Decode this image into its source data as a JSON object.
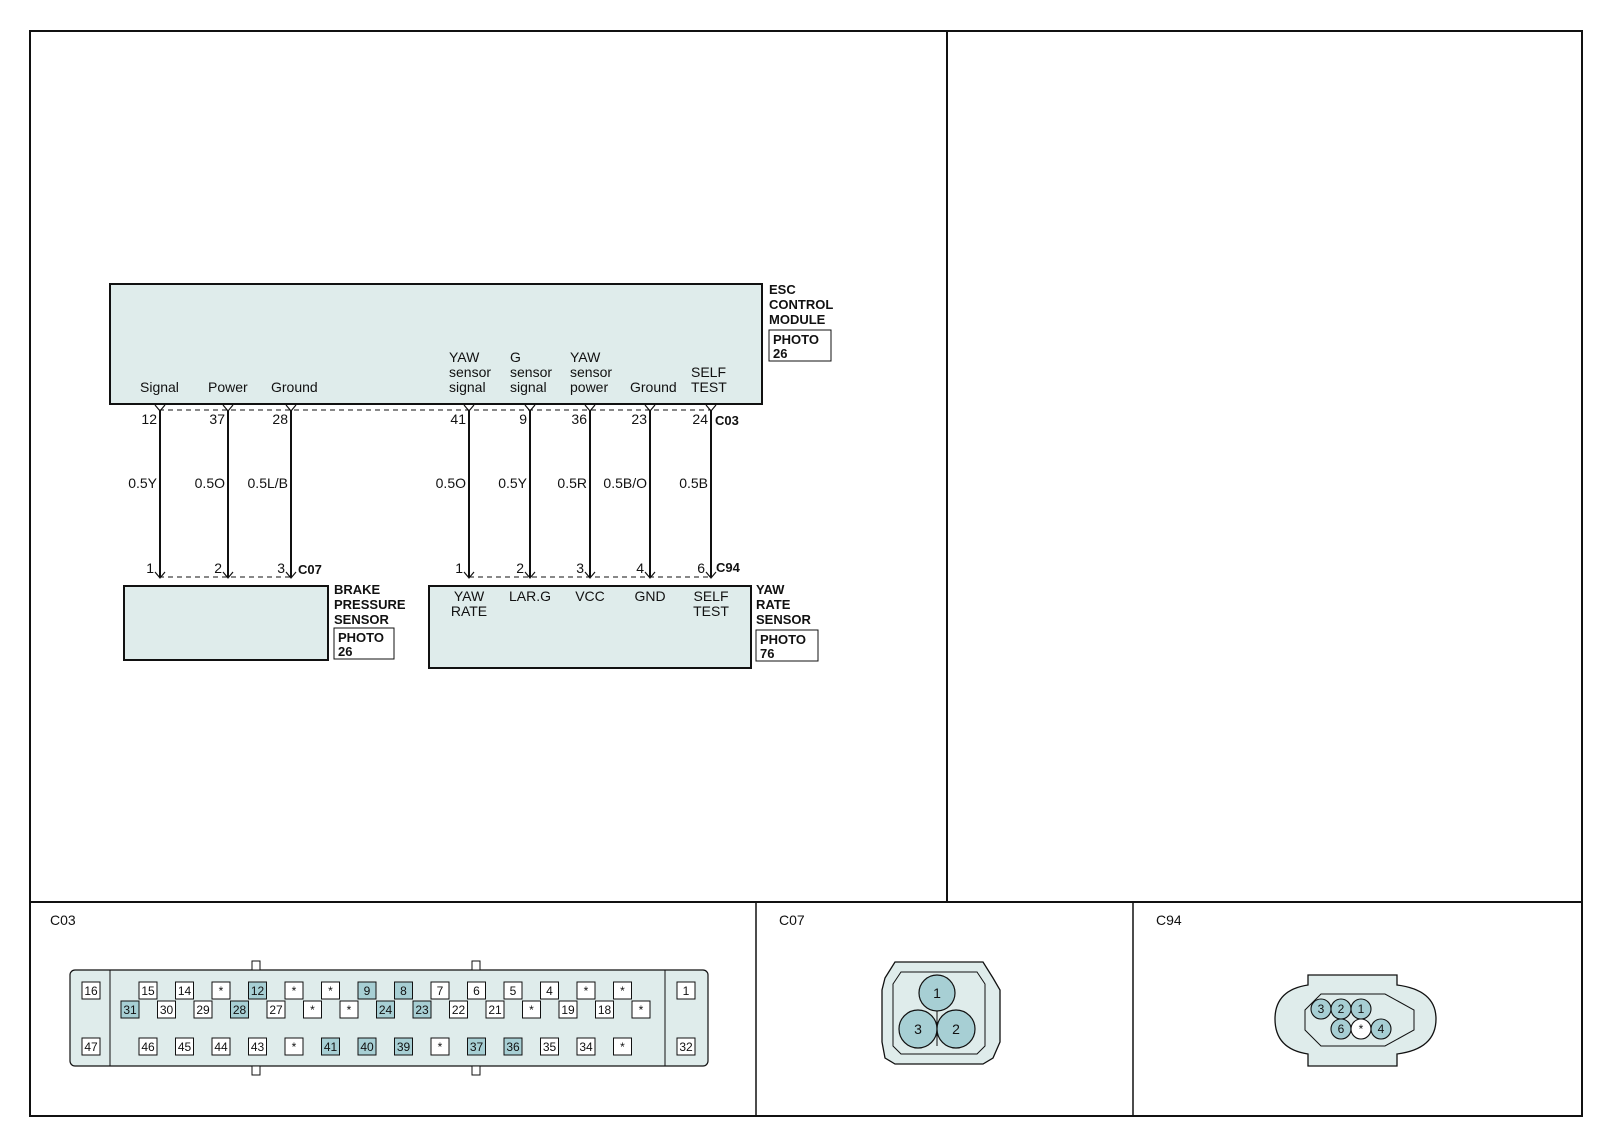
{
  "colors": {
    "fill": "#dfeceb",
    "pin_highlight": "#a7cfd4",
    "line": "#111111"
  },
  "modules": {
    "esc": {
      "name_lines": [
        "ESC",
        "CONTROL",
        "MODULE"
      ],
      "photo_lines": [
        "PHOTO",
        "26"
      ],
      "connector": "C03"
    },
    "brake": {
      "name_lines": [
        "BRAKE",
        "PRESSURE",
        "SENSOR"
      ],
      "photo_lines": [
        "PHOTO",
        "26"
      ],
      "connector": "C07"
    },
    "yaw": {
      "name_lines": [
        "YAW",
        "RATE",
        "SENSOR"
      ],
      "photo_lines": [
        "PHOTO",
        "76"
      ],
      "connector": "C94"
    }
  },
  "wires": [
    {
      "esc_label": [
        "Signal"
      ],
      "esc_pin": "12",
      "color": "0.5Y",
      "dev_pin": "1",
      "dev_label": []
    },
    {
      "esc_label": [
        "Power"
      ],
      "esc_pin": "37",
      "color": "0.5O",
      "dev_pin": "2",
      "dev_label": []
    },
    {
      "esc_label": [
        "Ground"
      ],
      "esc_pin": "28",
      "color": "0.5L/B",
      "dev_pin": "3",
      "dev_label": []
    },
    {
      "esc_label": [
        "YAW",
        "sensor",
        "signal"
      ],
      "esc_pin": "41",
      "color": "0.5O",
      "dev_pin": "1",
      "dev_label": [
        "YAW",
        "RATE"
      ]
    },
    {
      "esc_label": [
        "G",
        "sensor",
        "signal"
      ],
      "esc_pin": "9",
      "color": "0.5Y",
      "dev_pin": "2",
      "dev_label": [
        "LAR.G"
      ]
    },
    {
      "esc_label": [
        "YAW",
        "sensor",
        "power"
      ],
      "esc_pin": "36",
      "color": "0.5R",
      "dev_pin": "3",
      "dev_label": [
        "VCC"
      ]
    },
    {
      "esc_label": [
        "Ground"
      ],
      "esc_pin": "23",
      "color": "0.5B/O",
      "dev_pin": "4",
      "dev_label": [
        "GND"
      ]
    },
    {
      "esc_label": [
        "SELF",
        "TEST"
      ],
      "esc_pin": "24",
      "color": "0.5B",
      "dev_pin": "6",
      "dev_label": [
        "SELF",
        "TEST"
      ]
    }
  ],
  "connector_views": {
    "c03": {
      "title": "C03",
      "end_top": "16",
      "end_bottom": "47",
      "end_top_right": "1",
      "end_bottom_right": "32",
      "row1": [
        "15",
        "14",
        "*",
        "12",
        "*",
        "*",
        "9",
        "8",
        "7",
        "6",
        "5",
        "4",
        "*",
        "*"
      ],
      "row2": [
        "31",
        "30",
        "29",
        "28",
        "27",
        "*",
        "*",
        "24",
        "23",
        "22",
        "21",
        "*",
        "19",
        "18",
        "*"
      ],
      "row3": [
        "46",
        "45",
        "44",
        "43",
        "*",
        "41",
        "40",
        "39",
        "*",
        "37",
        "36",
        "35",
        "34",
        "*"
      ],
      "highlighted": [
        "12",
        "9",
        "8",
        "31",
        "28",
        "24",
        "23",
        "41",
        "40",
        "39",
        "37",
        "36"
      ]
    },
    "c07": {
      "title": "C07",
      "pins": [
        "1",
        "3",
        "2"
      ]
    },
    "c94": {
      "title": "C94",
      "top_row": [
        "3",
        "2",
        "1"
      ],
      "bottom_row": [
        "6",
        "*",
        "4"
      ]
    }
  }
}
